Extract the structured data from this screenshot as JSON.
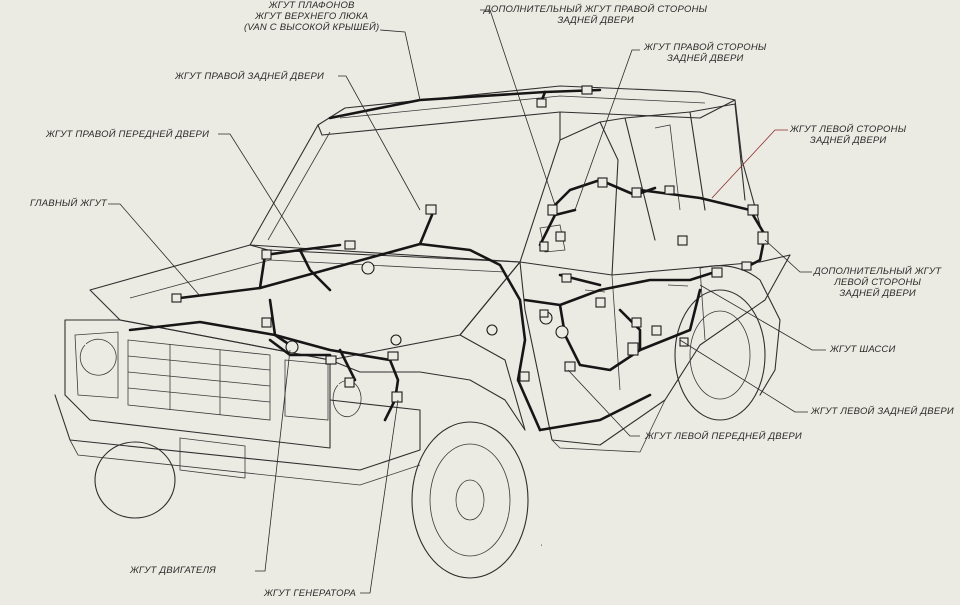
{
  "labels": {
    "roof_harness": "ЖГУТ ПЛАФОНОВ\nЖГУТ ВЕРХНЕГО ЛЮКА\n(VAN С ВЫСОКОЙ КРЫШЕЙ)",
    "right_side_rear_door_extra": "ДОПОЛНИТЕЛЬНЫЙ ЖГУТ ПРАВОЙ СТОРОНЫ\nЗАДНЕЙ ДВЕРИ",
    "right_side_rear_door": "ЖГУТ ПРАВОЙ СТОРОНЫ\nЗАДНЕЙ ДВЕРИ",
    "right_rear_door": "ЖГУТ ПРАВОЙ ЗАДНЕЙ ДВЕРИ",
    "right_front_door": "ЖГУТ ПРАВОЙ ПЕРЕДНЕЙ ДВЕРИ",
    "left_side_rear_door": "ЖГУТ ЛЕВОЙ СТОРОНЫ\nЗАДНЕЙ ДВЕРИ",
    "main_harness": "ГЛАВНЫЙ ЖГУТ",
    "left_side_rear_door_extra": "ДОПОЛНИТЕЛЬНЫЙ ЖГУТ\nЛЕВОЙ СТОРОНЫ\nЗАДНЕЙ ДВЕРИ",
    "chassis_harness": "ЖГУТ ШАССИ",
    "left_rear_door": "ЖГУТ ЛЕВОЙ ЗАДНЕЙ ДВЕРИ",
    "left_front_door": "ЖГУТ ЛЕВОЙ ПЕРЕДНЕЙ ДВЕРИ",
    "engine_harness": "ЖГУТ ДВИГАТЕЛЯ",
    "generator_harness": "ЖГУТ ГЕНЕРАТОРА"
  },
  "colors": {
    "paper": "#ecebe3",
    "ink": "#2f2f2f",
    "harness": "#161616",
    "accent_leader": "#8a2a2a"
  }
}
